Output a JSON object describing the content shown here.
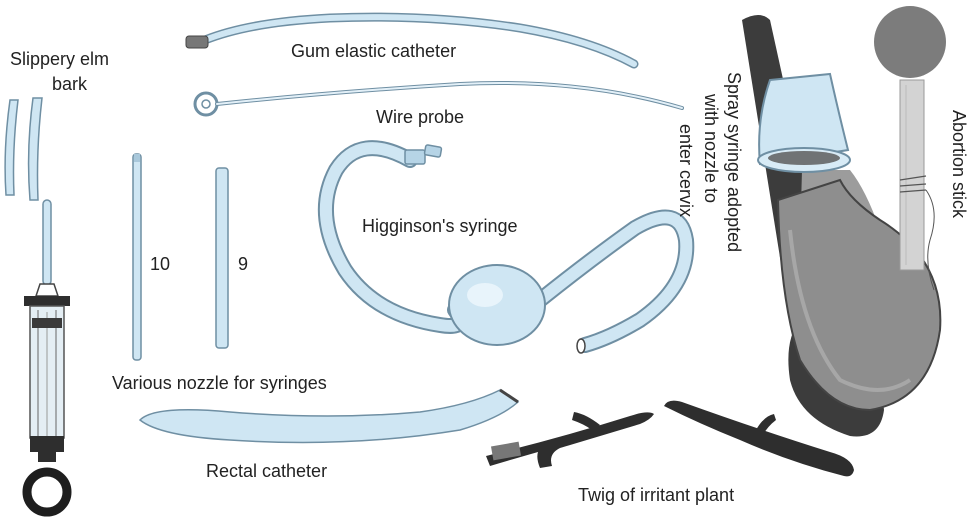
{
  "labels": {
    "slippery_elm_line1": "Slippery elm",
    "slippery_elm_line2": "bark",
    "gum_elastic": "Gum elastic catheter",
    "wire_probe": "Wire probe",
    "higginson": "Higginson's syringe",
    "nozzle_10": "10",
    "nozzle_9": "9",
    "nozzles": "Various nozzle for syringes",
    "rectal": "Rectal catheter",
    "twig": "Twig of irritant plant",
    "spray_line1": "Spray syringe adopted",
    "spray_line2": "with nozzle to",
    "spray_line3": "enter cervix",
    "abortion_stick": "Abortion stick"
  },
  "colors": {
    "tube_fill": "#cfe6f3",
    "tube_stroke": "#6f8fa3",
    "rubber_dark": "#2e2e2e",
    "bulb_gray": "#9c9c9c",
    "stick_gray": "#d3d3d3",
    "sponge_gray": "#7c7c7c"
  }
}
